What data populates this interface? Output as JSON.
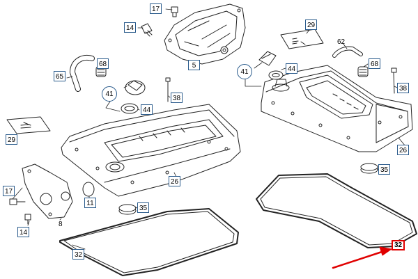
{
  "colors": {
    "line": "#222222",
    "callout_border": "#2a5b8c",
    "highlight": "#e00000"
  },
  "callouts": {
    "c17_top": "17",
    "c14_top": "14",
    "c29_top": "29",
    "c62": "62",
    "c68_left": "68",
    "c68_right": "68",
    "c65": "65",
    "c41_left": "41",
    "c41_right": "41",
    "c44_left": "44",
    "c44_right": "44",
    "c38_left": "38",
    "c38_right": "38",
    "c5": "5",
    "c29_left": "29",
    "c26_right": "26",
    "c26_mid": "26",
    "c35_right": "35",
    "c35_mid": "35",
    "c17_left": "17",
    "c14_left": "14",
    "c8": "8",
    "c11": "11",
    "c32_left": "32",
    "c32_right": "32"
  }
}
